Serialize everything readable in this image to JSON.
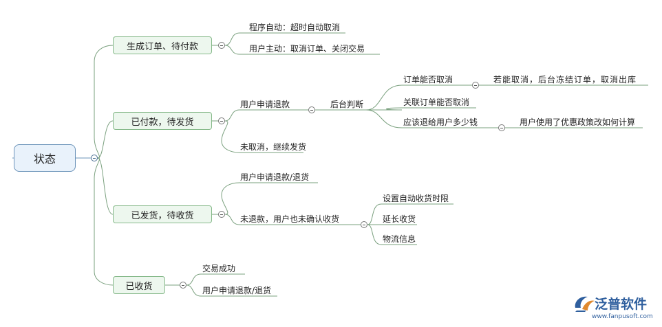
{
  "mindmap": {
    "root": {
      "label": "状态"
    },
    "nodes": [
      {
        "id": "s1",
        "label": "生成订单、待付款",
        "children": [
          {
            "id": "s1a",
            "label": "程序自动：超时自动取消"
          },
          {
            "id": "s1b",
            "label": "用户主动：取消订单、关闭交易"
          }
        ]
      },
      {
        "id": "s2",
        "label": "已付款，待发货",
        "children": [
          {
            "id": "s2a",
            "label": "用户申请退款",
            "children": [
              {
                "id": "s2a1",
                "label": "后台判断",
                "children": [
                  {
                    "id": "s2a1a",
                    "label": "订单能否取消",
                    "children": [
                      {
                        "id": "s2a1a1",
                        "label": "若能取消，后台冻结订单，取消出库"
                      }
                    ]
                  },
                  {
                    "id": "s2a1b",
                    "label": "关联订单能否取消"
                  },
                  {
                    "id": "s2a1c",
                    "label": "应该退给用户多少钱",
                    "children": [
                      {
                        "id": "s2a1c1",
                        "label": "用户使用了优惠政策改如何计算"
                      }
                    ]
                  }
                ]
              }
            ]
          },
          {
            "id": "s2b",
            "label": "未取消，继续发货"
          }
        ]
      },
      {
        "id": "s3",
        "label": "已发货，待收货",
        "children": [
          {
            "id": "s3a",
            "label": "用户申请退款/退货"
          },
          {
            "id": "s3b",
            "label": "未退款，用户也未确认收货",
            "children": [
              {
                "id": "s3b1",
                "label": "设置自动收货时限"
              },
              {
                "id": "s3b2",
                "label": "延长收货"
              },
              {
                "id": "s3b3",
                "label": "物流信息"
              }
            ]
          }
        ]
      },
      {
        "id": "s4",
        "label": "已收货",
        "children": [
          {
            "id": "s4a",
            "label": "交易成功"
          },
          {
            "id": "s4b",
            "label": "用户申请退款/退货"
          }
        ]
      }
    ]
  },
  "watermark": {
    "brand": "泛普软件",
    "url": "www.fanpusoft.com"
  }
}
